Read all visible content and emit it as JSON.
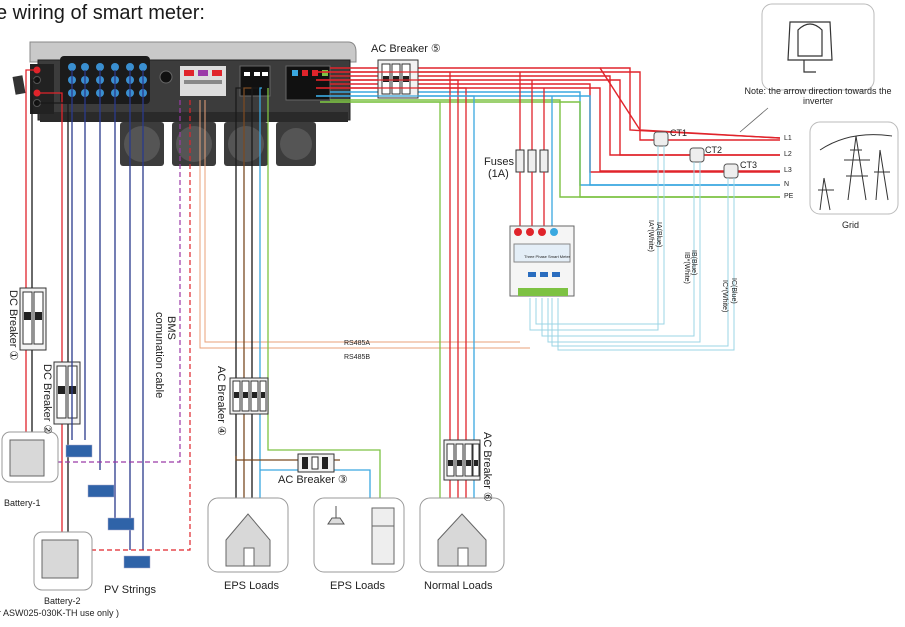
{
  "title": "e wiring of smart meter:",
  "note": "Note: the arrow direction towards the inverter",
  "labels": {
    "ac_breaker_5": "AC Breaker ⑤",
    "ac_breaker_4": "AC Breaker ④",
    "ac_breaker_3": "AC Breaker ③",
    "ac_breaker_6": "AC Breaker ⑥",
    "dc_breaker_1": "DC Breaker ①",
    "dc_breaker_2": "DC Breaker ②",
    "bms": "BMS",
    "bms_cable": "comunation cable",
    "fuses": "Fuses",
    "fuses_rating": "(1A)",
    "ct1": "CT1",
    "ct2": "CT2",
    "ct3": "CT3",
    "rs485a": "RS485A",
    "rs485b": "RS485B",
    "battery1": "Battery-1",
    "battery2": "Battery-2",
    "pv_strings": "PV Strings",
    "eps_loads_1": "EPS Loads",
    "eps_loads_2": "EPS Loads",
    "normal_loads": "Normal Loads",
    "grid": "Grid",
    "footnote": "r ASW025-030K-TH use only  )"
  },
  "lines": {
    "l1": "L1",
    "l2": "L2",
    "l3": "L3",
    "n": "N",
    "pe": "PE"
  },
  "ct_wires": {
    "ia": "IA(Blue)",
    "ia_star": "IA*(White)",
    "ib": "IB(Blue)",
    "ib_star": "IB*(White)",
    "ic": "IC(Blue)",
    "ic_star": "IC*(White)"
  },
  "meter_label": "Three Phase Smart Meter",
  "colors": {
    "l_wire": "#e0242b",
    "n_wire": "#3aa8e0",
    "pe_wire": "#7dc243",
    "brown": "#7a4a22",
    "black": "#1a1a1a",
    "navy": "#2a3a8c",
    "bms": "#9b3aa8",
    "dashed_red": "#e0242b",
    "rs485": "#e8a27a",
    "ct_wire": "#8fd4e6"
  }
}
